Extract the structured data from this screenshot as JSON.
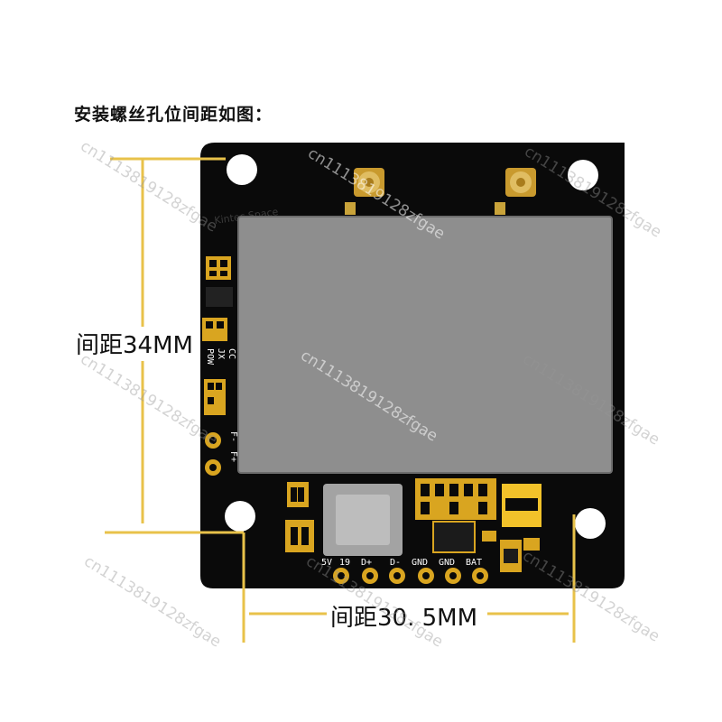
{
  "title": "安装螺丝孔位间距如图：",
  "dimensions": {
    "vertical_label": "间距34MM",
    "horizontal_label": "间距30. 5MM"
  },
  "board": {
    "bottom_pads": [
      "5V",
      "19",
      "D+",
      "D-",
      "GND",
      "GND",
      "BAT"
    ],
    "side_pads": [
      "F-",
      "F+"
    ],
    "side_text": [
      "CC",
      "JX",
      "POW"
    ],
    "silkscreen": "Kintec Space"
  },
  "watermark": "cn1113819128zfgae",
  "colors": {
    "board": "#0a0a0a",
    "shield": "#8e8e8e",
    "gold": "#d9a520",
    "dimension_line": "#e8c24a"
  }
}
